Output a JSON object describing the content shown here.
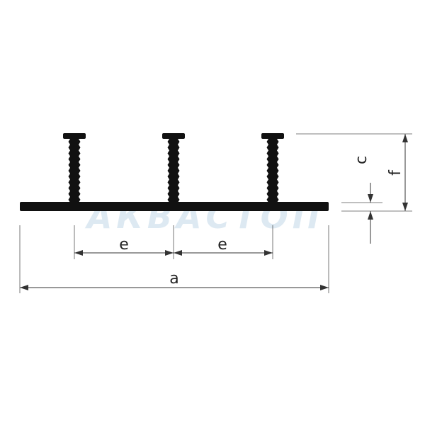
{
  "labels": {
    "e1": "e",
    "e2": "e",
    "a": "a",
    "c": "c",
    "f": "f"
  },
  "watermark": "АКВАСТОП",
  "colors": {
    "profile": "#111111",
    "dimension": "#333333",
    "watermark": "#dde9f2"
  },
  "profile": {
    "rib_count": 3
  }
}
